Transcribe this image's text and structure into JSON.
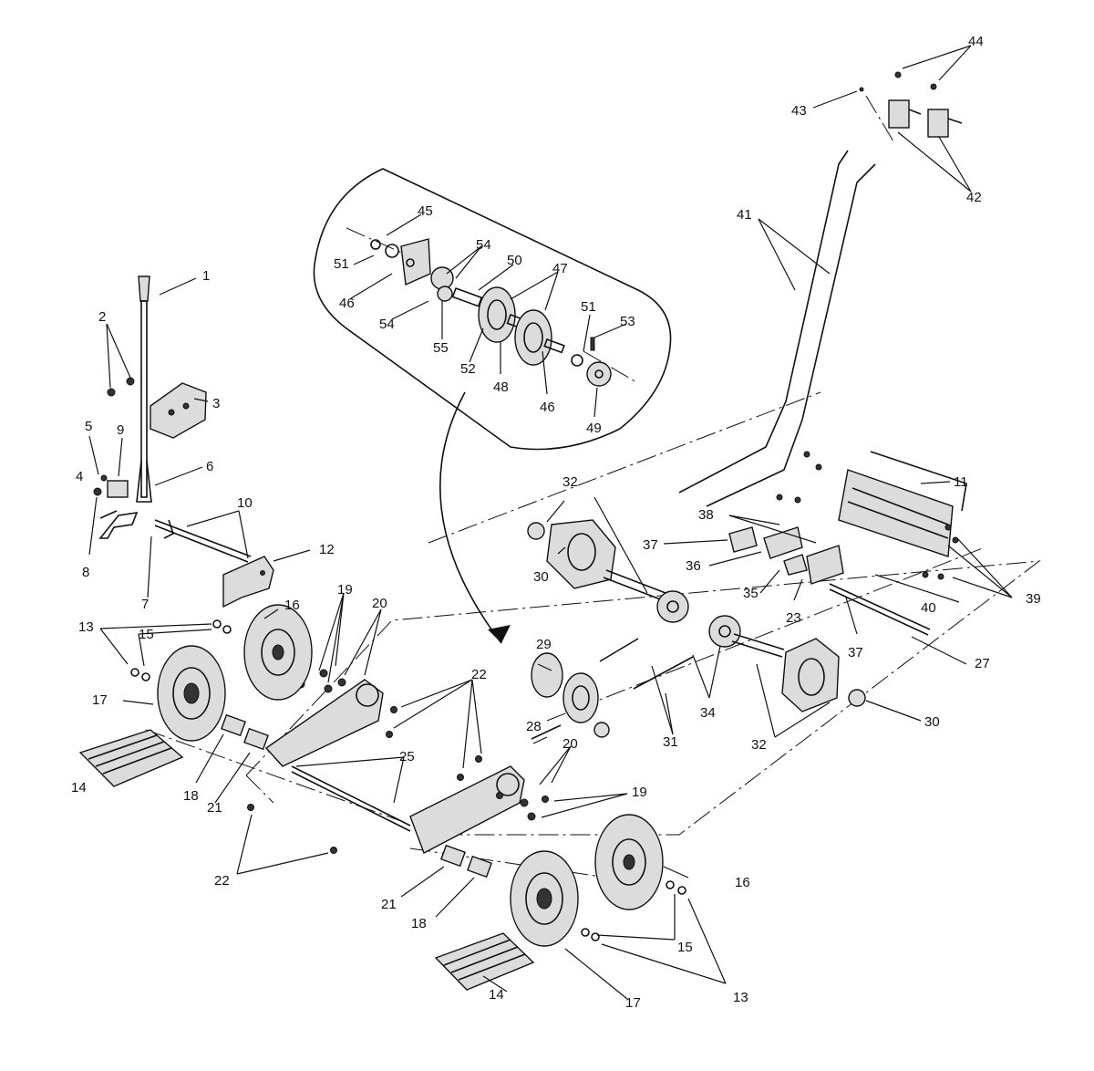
{
  "callouts": {
    "c1": "1",
    "c2": "2",
    "c3": "3",
    "c4": "4",
    "c5": "5",
    "c6": "6",
    "c7": "7",
    "c8": "8",
    "c9": "9",
    "c10": "10",
    "c11": "11",
    "c12": "12",
    "c13a": "13",
    "c13b": "13",
    "c14a": "14",
    "c14b": "14",
    "c15a": "15",
    "c15b": "15",
    "c16a": "16",
    "c16b": "16",
    "c17a": "17",
    "c17b": "17",
    "c18a": "18",
    "c18b": "18",
    "c19a": "19",
    "c19b": "19",
    "c20a": "20",
    "c20b": "20",
    "c21a": "21",
    "c21b": "21",
    "c22a": "22",
    "c22b": "22",
    "c23": "23",
    "c25": "25",
    "c27": "27",
    "c28": "28",
    "c29": "29",
    "c30a": "30",
    "c30b": "30",
    "c31": "31",
    "c32a": "32",
    "c32b": "32",
    "c34": "34",
    "c35": "35",
    "c36": "36",
    "c37a": "37",
    "c37b": "37",
    "c38": "38",
    "c39": "39",
    "c40": "40",
    "c41": "41",
    "c42": "42",
    "c43": "43",
    "c44": "44",
    "c45": "45",
    "c46a": "46",
    "c46b": "46",
    "c47": "47",
    "c48": "48",
    "c49": "49",
    "c50": "50",
    "c51a": "51",
    "c51b": "51",
    "c52": "52",
    "c53": "53",
    "c54a": "54",
    "c54b": "54",
    "c55": "55"
  }
}
